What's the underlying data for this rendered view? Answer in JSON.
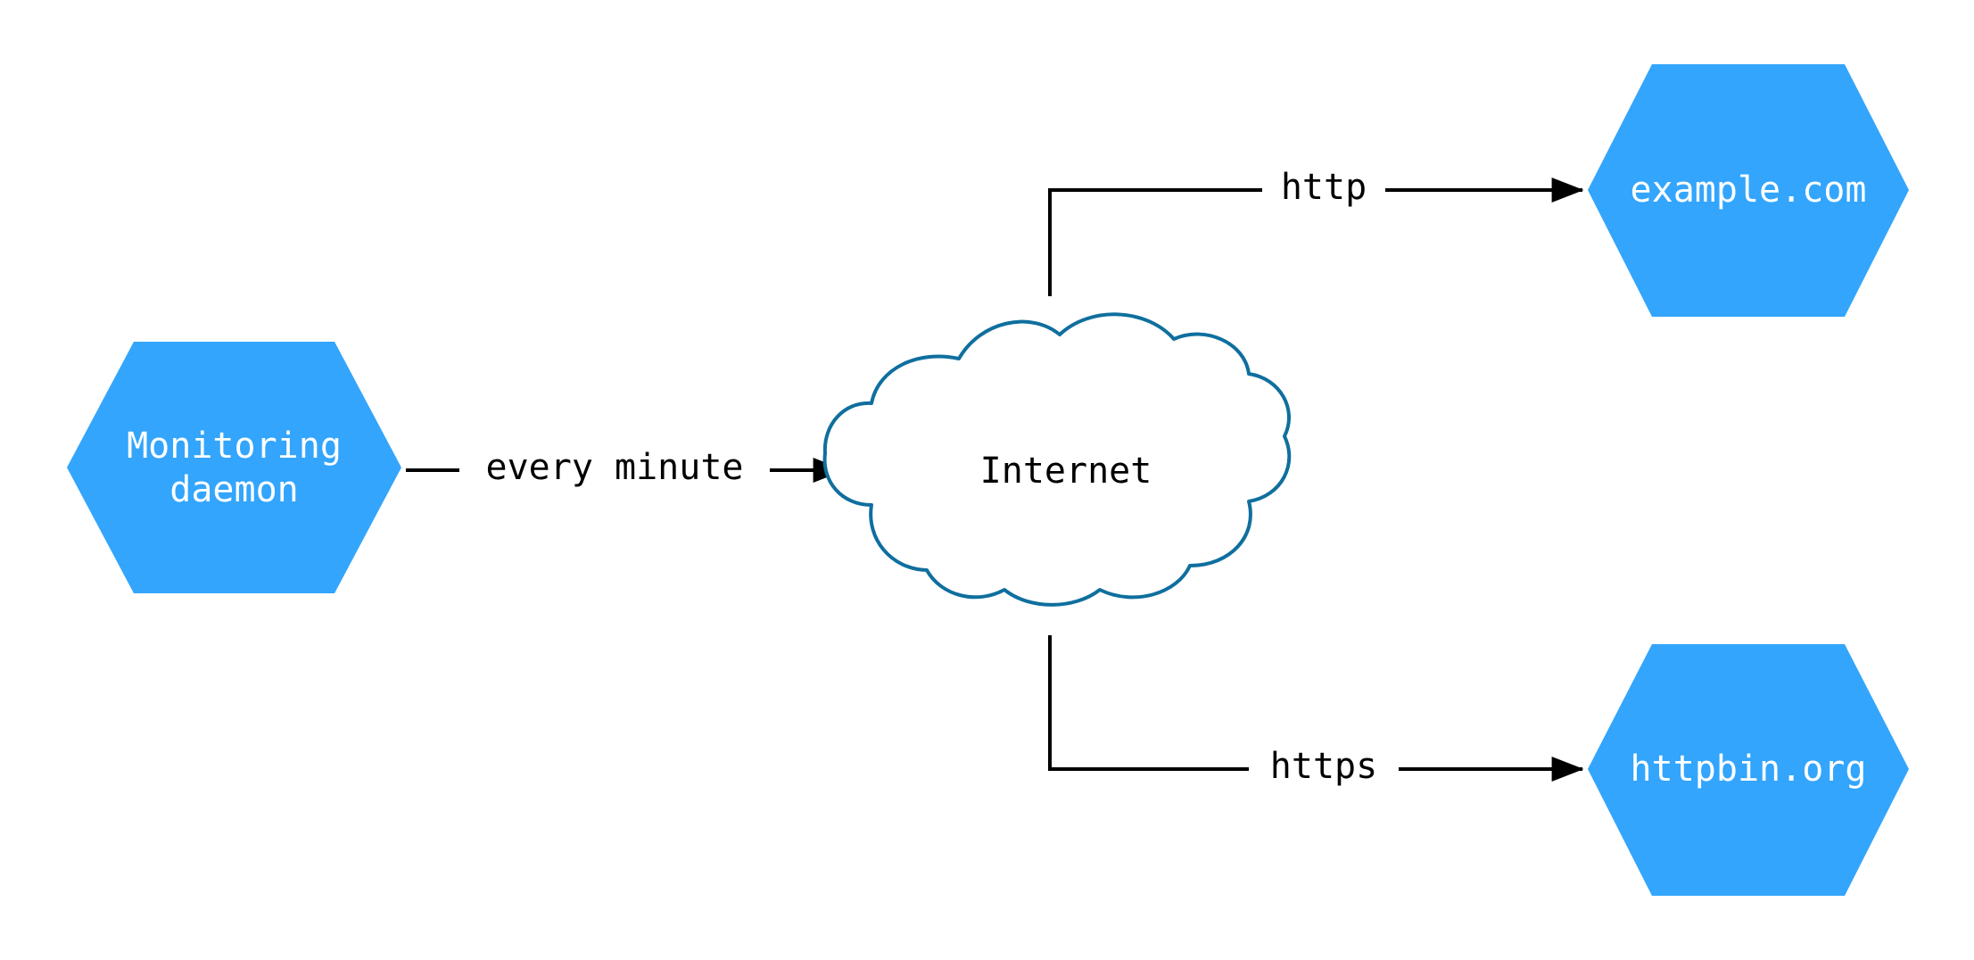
{
  "diagram": {
    "type": "network-flow-diagram",
    "background_color": "#ffffff",
    "palette": {
      "node_fill": "#33a5fc",
      "node_text": "#ffffff",
      "cloud_stroke": "#0f6f9e",
      "cloud_fill": "#ffffff",
      "edge_stroke": "#000000",
      "edge_text": "#000000"
    },
    "nodes": [
      {
        "id": "monitoring-daemon",
        "shape": "hexagon",
        "label_line1": "Monitoring",
        "label_line2": "daemon",
        "fill": "#33a5fc",
        "text_color": "#ffffff"
      },
      {
        "id": "internet",
        "shape": "cloud",
        "label": "Internet",
        "fill": "#ffffff",
        "stroke": "#0f6f9e",
        "text_color": "#000000"
      },
      {
        "id": "example-com",
        "shape": "hexagon",
        "label": "example.com",
        "fill": "#33a5fc",
        "text_color": "#ffffff"
      },
      {
        "id": "httpbin-org",
        "shape": "hexagon",
        "label": "httpbin.org",
        "fill": "#33a5fc",
        "text_color": "#ffffff"
      }
    ],
    "edges": [
      {
        "id": "daemon-to-internet",
        "from": "monitoring-daemon",
        "to": "internet",
        "label": "every minute",
        "arrow": "end"
      },
      {
        "id": "internet-to-example",
        "from": "internet",
        "to": "example-com",
        "label": "http",
        "arrow": "end"
      },
      {
        "id": "internet-to-httpbin",
        "from": "internet",
        "to": "httpbin-org",
        "label": "https",
        "arrow": "end"
      }
    ]
  }
}
